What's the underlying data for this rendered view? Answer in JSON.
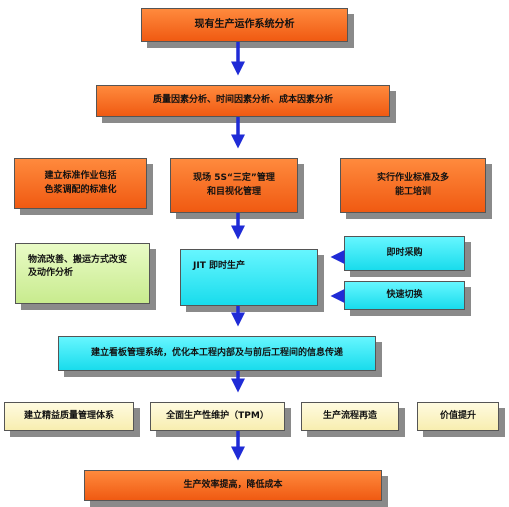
{
  "boxes": {
    "current_analysis": "现有生产运作系统分析",
    "factor_analysis": "质量因素分析、时间因素分析、成本因素分析",
    "standard_work": "建立标准作业包括\n色浆调配的标准化",
    "onsite_5s": "现场 5S“三定”管理\n和目视化管理",
    "multi_skill": "实行作业标准及多\n能工培训",
    "logistics": "物流改善、搬运方式改变\n及动作分析",
    "jit": "JIT 即时生产",
    "instant_purchase": "即时采购",
    "quick_changeover": "快速切换",
    "kanban": "建立看板管理系统，优化本工程内部及与前后工程间的信息传递",
    "quality_system": "建立精益质量管理体系",
    "tpm": "全面生产性维护（TPM）",
    "process_reengineering": "生产流程再造",
    "value_improvement": "价值提升",
    "final_goal": "生产效率提高，降低成本"
  }
}
